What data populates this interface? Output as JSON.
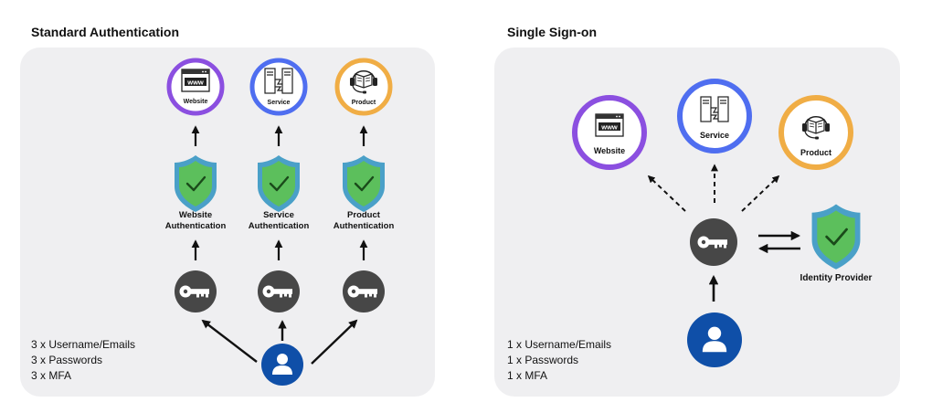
{
  "left": {
    "title": "Standard Authentication",
    "targets": [
      "Website",
      "Service",
      "Product"
    ],
    "auth_labels": [
      [
        "Website",
        "Authentication"
      ],
      [
        "Service",
        "Authentication"
      ],
      [
        "Product",
        "Authentication"
      ]
    ],
    "notes": [
      "3 x Username/Emails",
      "3 x Passwords",
      "3 x MFA"
    ]
  },
  "right": {
    "title": "Single Sign-on",
    "targets": [
      "Website",
      "Service",
      "Product"
    ],
    "provider_label": "Identity Provider",
    "notes": [
      "1 x Username/Emails",
      "1 x Passwords",
      "1 x MFA"
    ]
  },
  "colors": {
    "website": "#8b4fe0",
    "service": "#4f6ef0",
    "product": "#f0ad45",
    "shield_fill": "#5cbf5c",
    "shield_border": "#4aa0c8",
    "key_circle": "#474747",
    "user_circle": "#0f4fa8",
    "panel": "#efeff1"
  },
  "icons": [
    "www-browser-icon",
    "server-icon",
    "book-headset-icon",
    "shield-check-icon",
    "key-icon",
    "user-icon"
  ]
}
